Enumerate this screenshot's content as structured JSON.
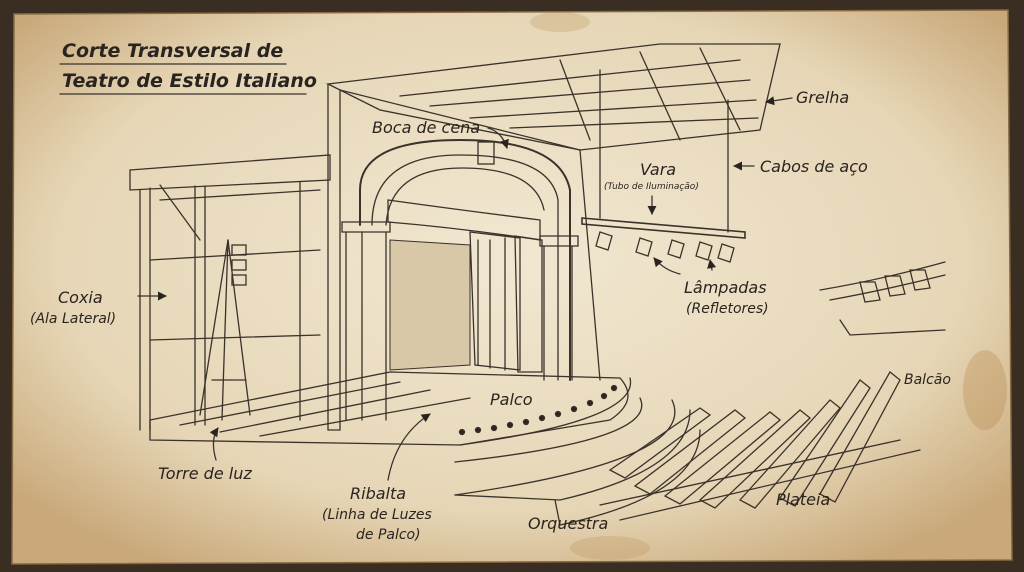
{
  "title": {
    "line1": "Corte Transversal de",
    "line2": "Teatro de Estilo Italiano"
  },
  "labels": {
    "grelha": "Grelha",
    "boca_de_cena": "Boca de cena",
    "vara": "Vara",
    "vara_sub": "(Tubo de Iluminação)",
    "cabos": "Cabos de aço",
    "lampadas": "Lâmpadas",
    "lampadas_sub": "(Refletores)",
    "coxia": "Coxia",
    "coxia_sub": "(Ala Lateral)",
    "palco": "Palco",
    "balcao": "Balcão",
    "torre": "Torre de luz",
    "ribalta": "Ribalta",
    "ribalta_sub1": "(Linha de Luzes",
    "ribalta_sub2": "de Palco)",
    "orquestra": "Orquestra",
    "plateia": "Plateia"
  },
  "colors": {
    "paper": "#e9dcc0",
    "ink": "#2a2420",
    "stain": "#b88a4e"
  }
}
